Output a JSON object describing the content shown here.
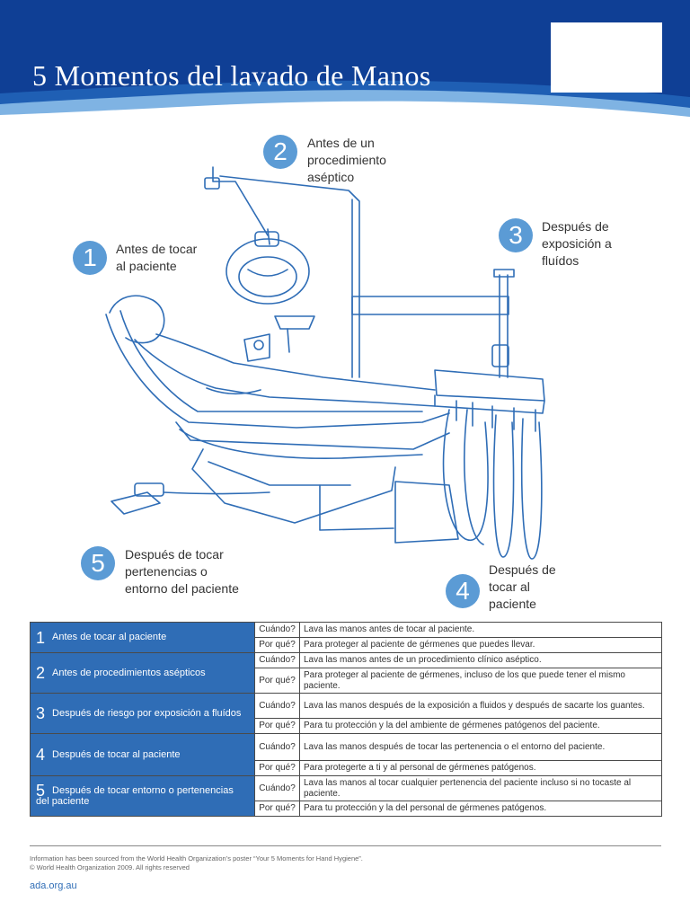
{
  "header": {
    "title": "5 Momentos del lavado de Manos",
    "colors": {
      "dark": "#0f3f95",
      "mid": "#1f5fb4",
      "light": "#7fb3e3"
    }
  },
  "moments": [
    {
      "number": "1",
      "label": "Antes de tocar\nal paciente"
    },
    {
      "number": "2",
      "label": "Antes de un\nprocedimiento\naséptico"
    },
    {
      "number": "3",
      "label": "Después de\nexposición a\nfluídos"
    },
    {
      "number": "4",
      "label": "Después de\ntocar al\npaciente"
    },
    {
      "number": "5",
      "label": "Después de tocar\npertenencias  o\nentorno del paciente"
    }
  ],
  "table": {
    "rows": [
      {
        "number": "1",
        "moment": "Antes de tocar al paciente",
        "when_label": "Cuándo?",
        "when": " Lava las manos antes de tocar al paciente.",
        "why_label": "Por qué?",
        "why": "Para proteger al paciente de gérmenes que puedes llevar."
      },
      {
        "number": "2",
        "moment": "Antes de procedimientos asépticos",
        "when_label": "Cuándo?",
        "when": "Lava las manos antes de un procedimiento clínico aséptico.",
        "why_label": "Por qué?",
        "why": "Para proteger al paciente de gérmenes, incluso de los que puede tener el mismo paciente."
      },
      {
        "number": "3",
        "moment": "Después de riesgo por exposición a fluídos",
        "when_label": "Cuándo?",
        "when": "Lava las manos después de la exposición a fluidos y después de sacarte los guantes.",
        "why_label": "Por qué?",
        "why": "Para tu protección y la del ambiente de gérmenes patógenos del paciente."
      },
      {
        "number": "4",
        "moment": "Después de tocar al paciente",
        "when_label": "Cuándo?",
        "when": "Lava las manos después de tocar las pertenencia o el entorno del paciente.",
        "why_label": "Por qué?",
        "why": "Para protegerte a ti y al personal de gérmenes patógenos."
      },
      {
        "number": "5",
        "moment": "Después de tocar entorno o pertenencias del paciente",
        "when_label": "Cuándo?",
        "when": "Lava las manos al tocar cualquier pertenencia del paciente incluso si no tocaste al paciente.",
        "why_label": "Por qué?",
        "why": "Para tu protección y la del personal de gérmenes patógenos."
      }
    ]
  },
  "footer": {
    "source_line1": "Information has been sourced from the World Health Organization’s poster “Your 5 Moments for Hand Hygiene”.",
    "source_line2": "© World Health Organization 2009. All rights reserved",
    "link": "ada.org.au"
  }
}
